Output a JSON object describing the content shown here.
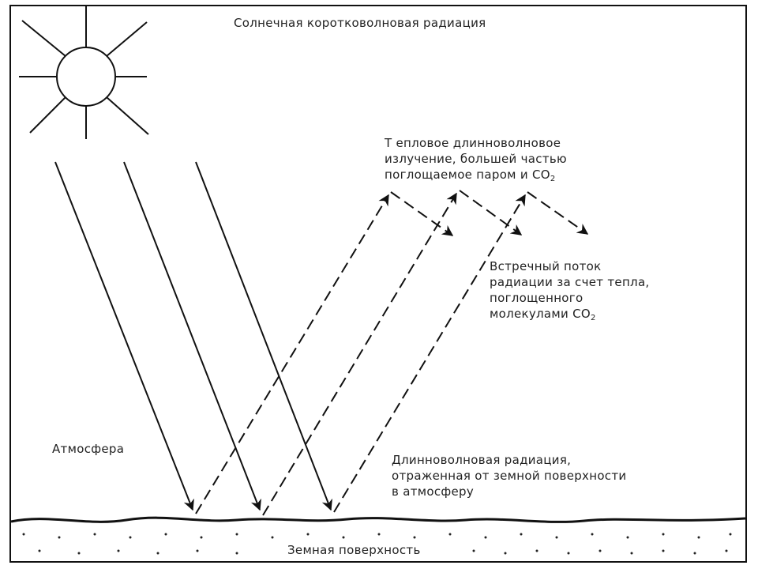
{
  "labels": {
    "solar": "Солнечная коротковолновая радиация",
    "thermal": {
      "line1": "Т епловое длинноволновое",
      "line2": "излучение, большей частью",
      "line3": "поглощаемое паром и СО",
      "line3_sub": "2"
    },
    "counter": {
      "line1": "Встречный поток",
      "line2": "радиации за счет тепла,",
      "line3": "поглощенного",
      "line4": "молекулами СО",
      "line4_sub": "2"
    },
    "atmosphere": "Атмосфера",
    "reflected": {
      "line1": "Длинноволновая радиация,",
      "line2": "отраженная от земной поверхности",
      "line3": "в атмосферу"
    },
    "surface": "Земная поверхность"
  },
  "icons": {
    "sun": "sun-icon"
  },
  "colors": {
    "ink": "#111111",
    "background": "#ffffff"
  }
}
